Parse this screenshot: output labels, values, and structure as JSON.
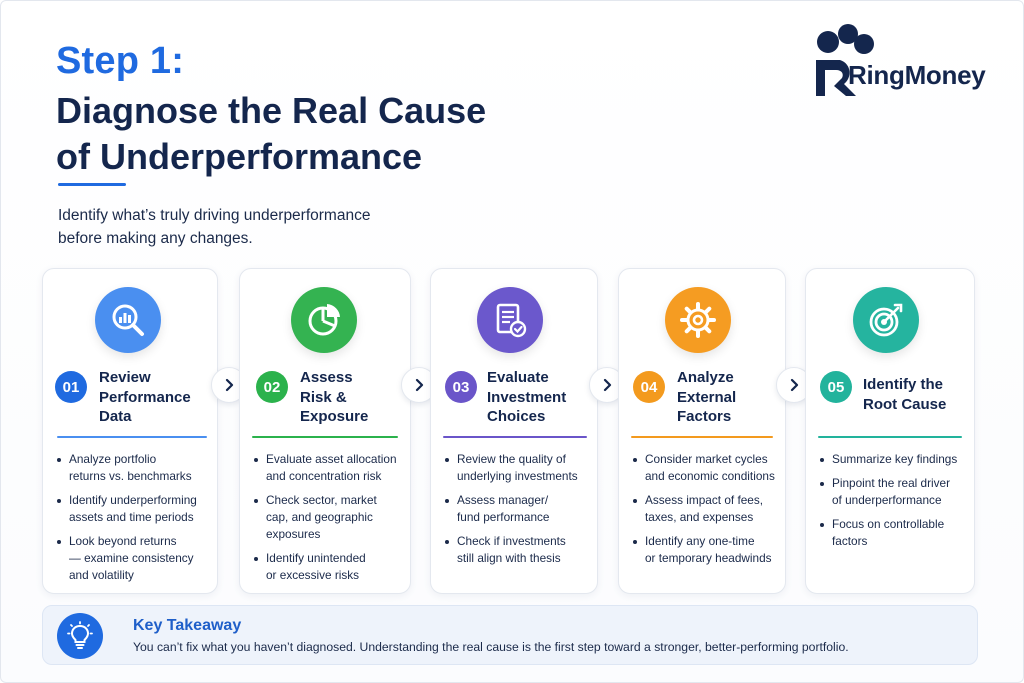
{
  "header": {
    "step": "Step 1:",
    "title_line1": "Diagnose the Real Cause",
    "title_line2": "of Underperformance",
    "subtitle_line1": "Identify what’s truly driving underperformance",
    "subtitle_line2": "before making any changes."
  },
  "brand": {
    "name": "RingMoney",
    "icon": "ringmoney-logo"
  },
  "colors": {
    "accent": "#1f6ae0",
    "navy": "#14264d",
    "step1": "#1f6ae0",
    "step2": "#2bb24c",
    "step3": "#6a55c9",
    "step4": "#f39a1e",
    "step5": "#22b39c"
  },
  "steps": [
    {
      "number": "01",
      "title": [
        "Review",
        "Performance",
        "Data"
      ],
      "icon": "magnifier-chart-icon",
      "bullets": [
        [
          "Analyze portfolio",
          "returns vs. benchmarks"
        ],
        [
          "Identify underperforming",
          "assets and time periods"
        ],
        [
          "Look beyond returns",
          "— examine consistency",
          "and volatility"
        ]
      ]
    },
    {
      "number": "02",
      "title": [
        "Assess",
        "Risk &",
        "Exposure"
      ],
      "icon": "pie-chart-icon",
      "bullets": [
        [
          "Evaluate asset allocation",
          "and concentration risk"
        ],
        [
          "Check sector, market",
          "cap, and geographic",
          "exposures"
        ],
        [
          "Identify unintended",
          "or excessive risks"
        ]
      ]
    },
    {
      "number": "03",
      "title": [
        "Evaluate",
        "Investment",
        "Choices"
      ],
      "icon": "document-check-icon",
      "bullets": [
        [
          "Review the quality of",
          "underlying investments"
        ],
        [
          "Assess manager/",
          "fund performance"
        ],
        [
          "Check if investments",
          "still align with thesis"
        ]
      ]
    },
    {
      "number": "04",
      "title": [
        "Analyze",
        "External",
        "Factors"
      ],
      "icon": "gear-icon",
      "bullets": [
        [
          "Consider market cycles",
          "and economic conditions"
        ],
        [
          "Assess impact of fees,",
          "taxes, and expenses"
        ],
        [
          "Identify any one-time",
          "or temporary headwinds"
        ]
      ]
    },
    {
      "number": "05",
      "title": [
        "Identify the",
        "Root Cause"
      ],
      "icon": "target-icon",
      "bullets": [
        [
          "Summarize key findings"
        ],
        [
          "Pinpoint the real driver",
          "of underperformance"
        ],
        [
          "Focus on controllable",
          "factors"
        ]
      ]
    }
  ],
  "takeaway": {
    "icon": "lightbulb-icon",
    "title": "Key Takeaway",
    "text": "You can’t fix what you haven’t diagnosed. Understanding the real cause is the first step toward a stronger, better-performing portfolio."
  }
}
